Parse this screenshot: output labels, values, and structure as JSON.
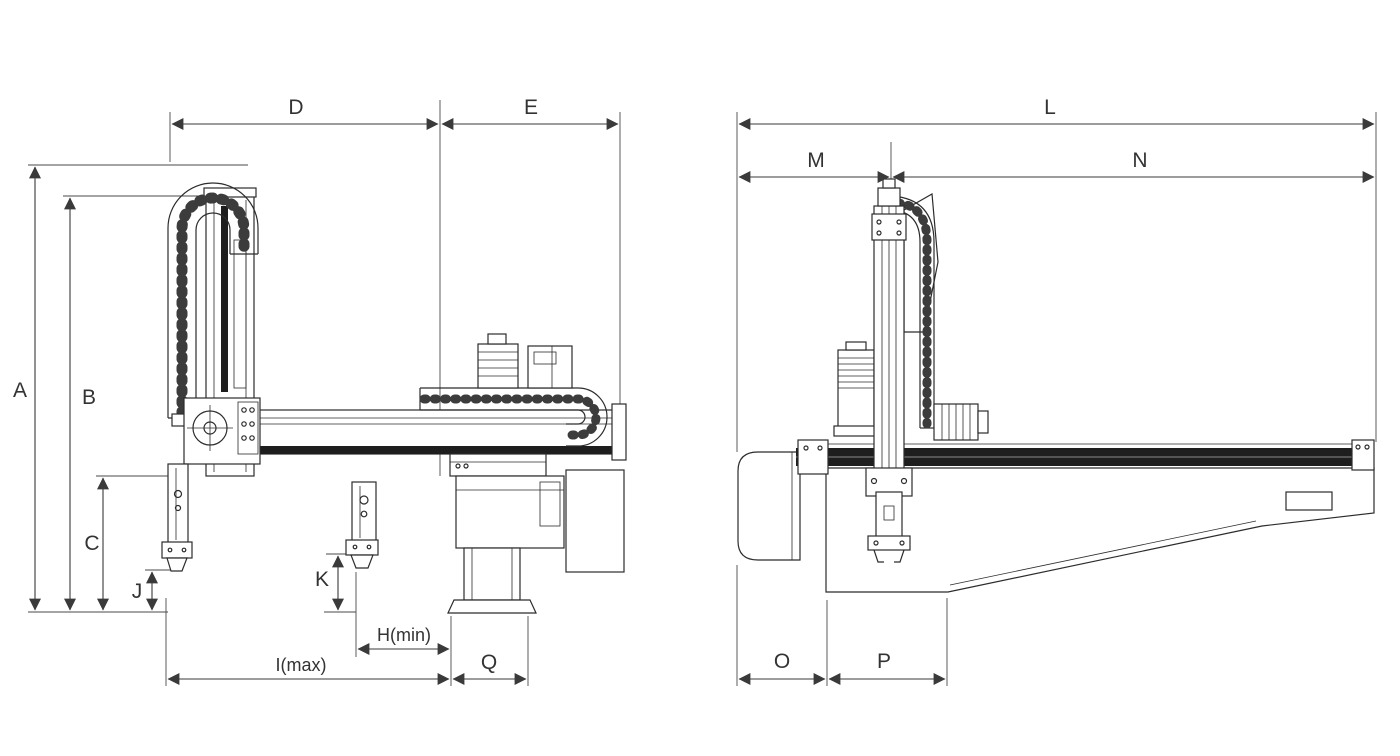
{
  "drawing": {
    "type": "robot dimensional outline drawing",
    "side_view": {
      "labels": {
        "A": "A",
        "B": "B",
        "C": "C",
        "D": "D",
        "E": "E",
        "H_min": "H(min)",
        "I_max": "I(max)",
        "J": "J",
        "K": "K",
        "Q": "Q"
      }
    },
    "end_view": {
      "labels": {
        "L": "L",
        "M": "M",
        "N": "N",
        "O": "O",
        "P": "P"
      }
    }
  },
  "colors": {
    "background": "#ffffff",
    "line": "#2c2c2c",
    "dark_fill": "#1e1e1e",
    "text": "#333333"
  }
}
